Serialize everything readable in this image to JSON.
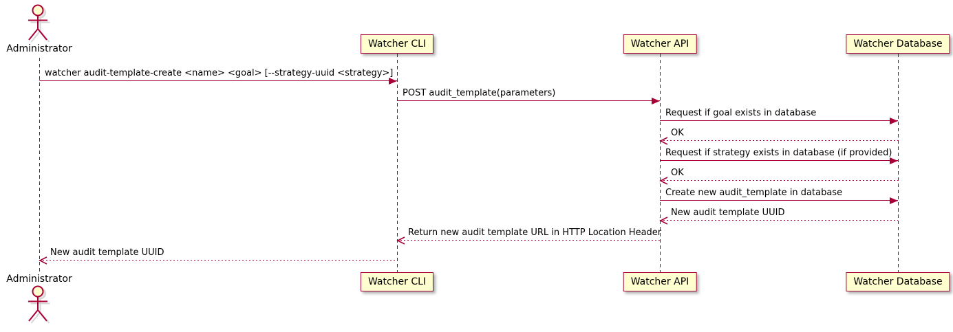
{
  "diagram": {
    "type": "uml-sequence",
    "actor": {
      "id": "administrator",
      "name": "Administrator"
    },
    "participants": [
      {
        "id": "cli",
        "label": "Watcher CLI"
      },
      {
        "id": "api",
        "label": "Watcher API"
      },
      {
        "id": "db",
        "label": "Watcher Database"
      }
    ],
    "messages": [
      {
        "from": "administrator",
        "to": "cli",
        "style": "solid",
        "label": "watcher audit-template-create <name> <goal> [--strategy-uuid <strategy>]"
      },
      {
        "from": "cli",
        "to": "api",
        "style": "solid",
        "label": "POST audit_template(parameters)"
      },
      {
        "from": "api",
        "to": "db",
        "style": "solid",
        "label": "Request if goal exists in database"
      },
      {
        "from": "db",
        "to": "api",
        "style": "dotted",
        "label": "OK"
      },
      {
        "from": "api",
        "to": "db",
        "style": "solid",
        "label": "Request if strategy exists in database (if provided)"
      },
      {
        "from": "db",
        "to": "api",
        "style": "dotted",
        "label": "OK"
      },
      {
        "from": "api",
        "to": "db",
        "style": "solid",
        "label": "Create new audit_template in database"
      },
      {
        "from": "db",
        "to": "api",
        "style": "dotted",
        "label": "New audit template UUID"
      },
      {
        "from": "api",
        "to": "cli",
        "style": "dotted",
        "label": "Return new audit template URL in HTTP Location Header"
      },
      {
        "from": "cli",
        "to": "administrator",
        "style": "dotted",
        "label": "New audit template UUID"
      }
    ],
    "colors": {
      "line": "#A80036",
      "participant_fill": "#FEFECE",
      "text": "#000000",
      "background": "#FFFFFF"
    }
  }
}
